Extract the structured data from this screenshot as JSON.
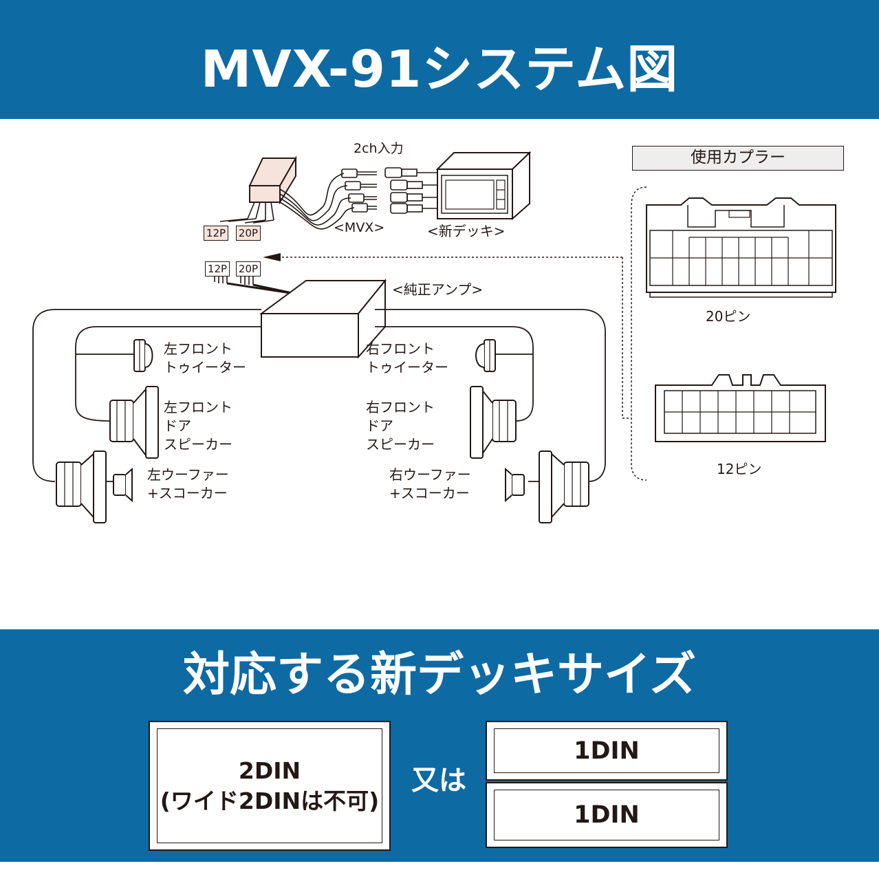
{
  "colors": {
    "band": "#0e6aa2",
    "ink": "#231815",
    "mvx_box": "#f5e3dc",
    "coupler_label_bg": "#eeeeee"
  },
  "header": {
    "title": "MVX-91システム図"
  },
  "diagram": {
    "input_label": "2ch入力",
    "mvx_label": "<MVX>",
    "deck_label": "<新デッキ>",
    "amp_label": "<純正アンプ>",
    "connectors": {
      "p12": "12P",
      "p20": "20P"
    },
    "speakers": {
      "left_tweeter": "左フロント\nトゥイーター",
      "right_tweeter": "右フロント\nトゥイーター",
      "left_door": "左フロント\nドア\nスピーカー",
      "right_door": "右フロント\nドア\nスピーカー",
      "left_woofer": "左ウーファー\n+スコーカー",
      "right_woofer": "右ウーファー\n+スコーカー"
    },
    "coupler": {
      "heading": "使用カプラー",
      "pin20": "20ピン",
      "pin12": "12ピン"
    }
  },
  "sizes": {
    "title": "対応する新デッキサイズ",
    "din2": "2DIN\n(ワイド2DINは不可)",
    "or": "又は",
    "din1_top": "1DIN",
    "din1_bottom": "1DIN"
  }
}
